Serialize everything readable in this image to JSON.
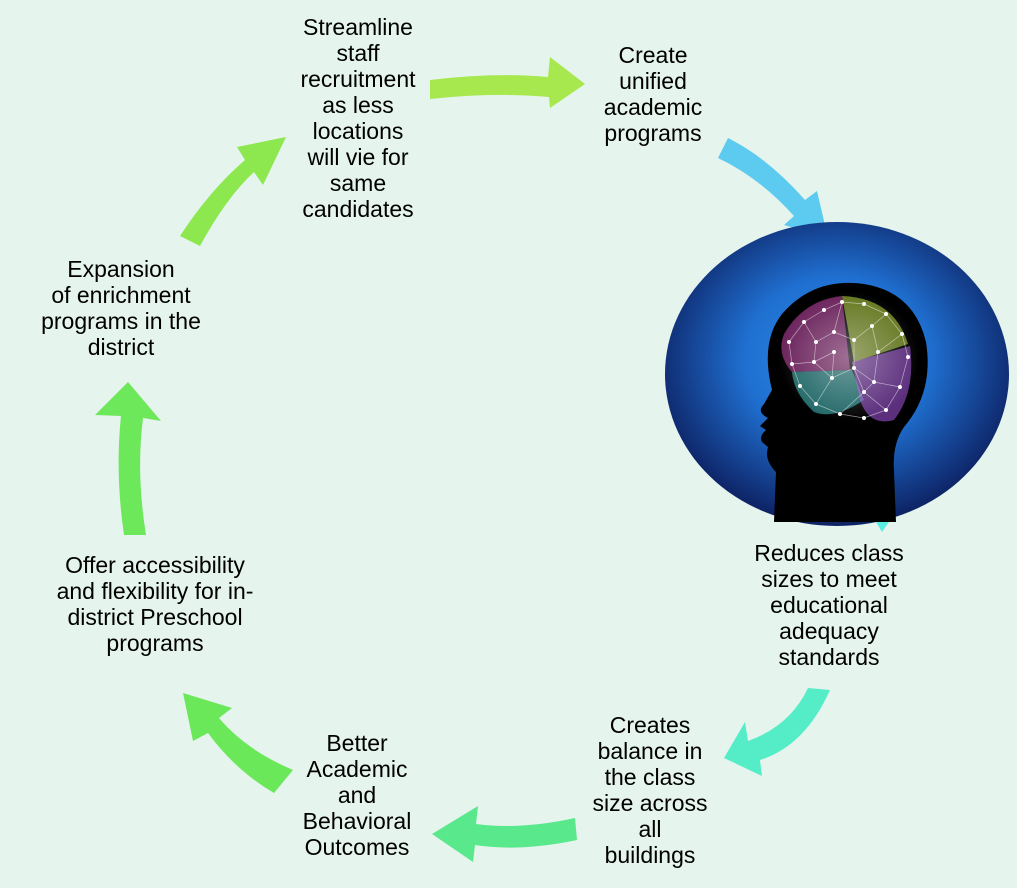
{
  "diagram": {
    "steps": [
      {
        "id": "recruitment",
        "text": "Streamline\nstaff\nrecruitment\nas less\nlocations\nwill vie for\nsame\ncandidates"
      },
      {
        "id": "academic",
        "text": "Create\nunified\nacademic\nprograms"
      },
      {
        "id": "class_sizes",
        "text": "Reduces class\nsizes to meet\neducational\nadequacy\nstandards"
      },
      {
        "id": "balance",
        "text": "Creates\nbalance in\nthe class\nsize across\nall\nbuildings"
      },
      {
        "id": "outcomes",
        "text": "Better\nAcademic\nand\nBehavioral\nOutcomes"
      },
      {
        "id": "preschool",
        "text": "Offer accessibility\nand flexibility for in-\ndistrict Preschool\nprograms"
      },
      {
        "id": "enrichment",
        "text": "Expansion\nof enrichment\nprograms in the\ndistrict"
      }
    ],
    "center_image": "brain-head-illustration",
    "colors": {
      "background": "#e5f4ed",
      "arrow_light_green": "#a6e84e",
      "arrow_green": "#8ce84e",
      "arrow_mid_green": "#6be85a",
      "arrow_sea_green": "#5ae88c",
      "arrow_aqua": "#55edc7",
      "arrow_cyan": "#5aeee0",
      "arrow_sky": "#5dcbf0",
      "brain_bg_center": "#1f6fd0",
      "brain_bg_edge": "#0a1450"
    }
  }
}
